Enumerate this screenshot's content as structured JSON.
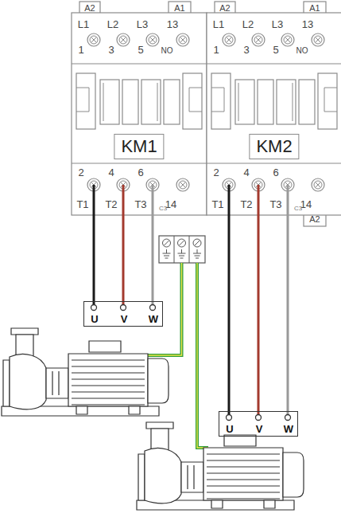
{
  "diagram": {
    "nodes": [
      {
        "text": [
          "KM1"
        ]
      },
      {
        "text": [
          "KM2"
        ]
      },
      {
        "text": [
          "U",
          "V",
          "W"
        ]
      },
      {
        "text": [
          "U",
          "V",
          "W"
        ]
      }
    ],
    "edges": [
      {
        "from": 0,
        "to": 2,
        "arrow": "none"
      },
      {
        "from": 0,
        "to": 2,
        "arrow": "none"
      },
      {
        "from": 0,
        "to": 2,
        "arrow": "none"
      },
      {
        "from": 1,
        "to": 3,
        "arrow": "none"
      },
      {
        "from": 1,
        "to": 3,
        "arrow": "none"
      },
      {
        "from": 1,
        "to": 3,
        "arrow": "none"
      }
    ],
    "labels": [
      "A2",
      "A1",
      "L1",
      "L2",
      "L3",
      "13",
      "1",
      "3",
      "5",
      "NO",
      "A2",
      "A1",
      "L1",
      "L2",
      "L3",
      "13",
      "1",
      "3",
      "5",
      "NO",
      "2",
      "4",
      "6",
      "T1",
      "T2",
      "T3",
      "14",
      "C3",
      "2",
      "4",
      "6",
      "T1",
      "T2",
      "T3",
      "14",
      "C3",
      "A2"
    ]
  }
}
